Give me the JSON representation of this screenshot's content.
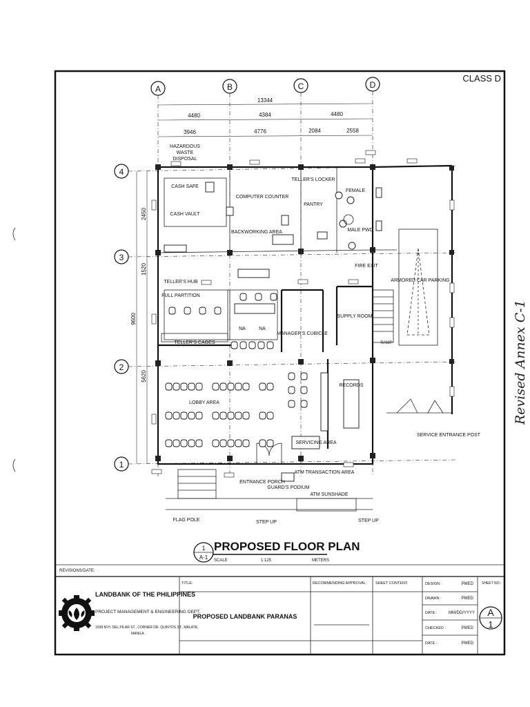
{
  "sheet_class": "CLASS D",
  "grid_columns": [
    {
      "label": "A"
    },
    {
      "label": "B"
    },
    {
      "label": "C"
    },
    {
      "label": "D"
    }
  ],
  "grid_rows": [
    {
      "label": "4"
    },
    {
      "label": "3"
    },
    {
      "label": "2"
    },
    {
      "label": "1"
    }
  ],
  "dimensions": {
    "overall": "13344",
    "row1": [
      "4480",
      "4384",
      "4480"
    ],
    "row2": [
      "3946",
      "4776",
      "2084",
      "2558"
    ],
    "vertical_total": "9600",
    "vertical": [
      "2450",
      "1520",
      "5620"
    ]
  },
  "rooms": {
    "hazardous": "HAZARDOUS",
    "waste": "WASTE",
    "disposal": "DISPOSAL",
    "cash_safe": "CASH SAFE",
    "cash_vault": "CASH VAULT",
    "computer_counter": "COMPUTER COUNTER",
    "backworking": "BACKWORKING AREA",
    "tellers_locker": "TELLER'S LOCKER",
    "pantry": "PANTRY",
    "female": "FEMALE",
    "male": "MALE PWD",
    "fire_exit": "FIRE EXIT",
    "armored_parking": "ARMORED CAR PARKING",
    "tellers_hub": "TELLER'S HUB",
    "full_partition": "FULL PARTITION",
    "tellers_cages": "TELLER'S CAGES",
    "managers_cubicle": "MANAGER'S CUBICLE",
    "supply_room": "SUPPLY ROOM",
    "lobby": "LOBBY AREA",
    "records": "RECORDS",
    "servicing": "SERVICING AREA",
    "service_entrance": "SERVICE ENTRANCE POST",
    "entrance_porch": "ENTRANCE PORCH",
    "guards_podium": "GUARD'S PODIUM",
    "atm_transaction": "ATM TRANSACTION AREA",
    "atm_sunshade": "ATM SUNSHADE",
    "flag_pole": "FLAG POLE",
    "step_up": "STEP UP",
    "na": "NA",
    "ramp": "RAMP"
  },
  "plan_title": {
    "number": "1",
    "sheet_ref": "A-1",
    "title": "PROPOSED FLOOR PLAN",
    "scale_label": "SCALE",
    "scale_value": "1:125",
    "unit": "METERS"
  },
  "handwritten_note": "Revised Annex C-1",
  "revisions_label": "REVISIONS/DATE:",
  "title_block": {
    "org_name": "LANDBANK OF THE PHILIPPINES",
    "dept": "PROJECT MANAGEMENT & ENGINEERING DEPT.",
    "address_line1": "1598 M.H. DEL PILAR ST., CORNER DR. QUINTOS ST., MALATE,",
    "address_line2": "MANILA",
    "title_label": "TITLE:",
    "project_title": "PROPOSED LANDBANK PARANAS",
    "recommending_label": "RECOMMENDING APPROVAL:",
    "sheet_content_label": "SHEET CONTENT:",
    "design_label": "DESIGN :",
    "design_value": "PMED",
    "drawn_label": "DRAWN :",
    "drawn_value": "PMED",
    "date_label": "DATE :",
    "date_value": "MM/DD/YYYY",
    "checked_label": "CHECKED :",
    "checked_value": "PMED",
    "date2_label": "DATE :",
    "date2_value": "PMED",
    "sheet_no_label": "SHEET NO.:",
    "sheet_letter": "A",
    "sheet_number": "1"
  }
}
